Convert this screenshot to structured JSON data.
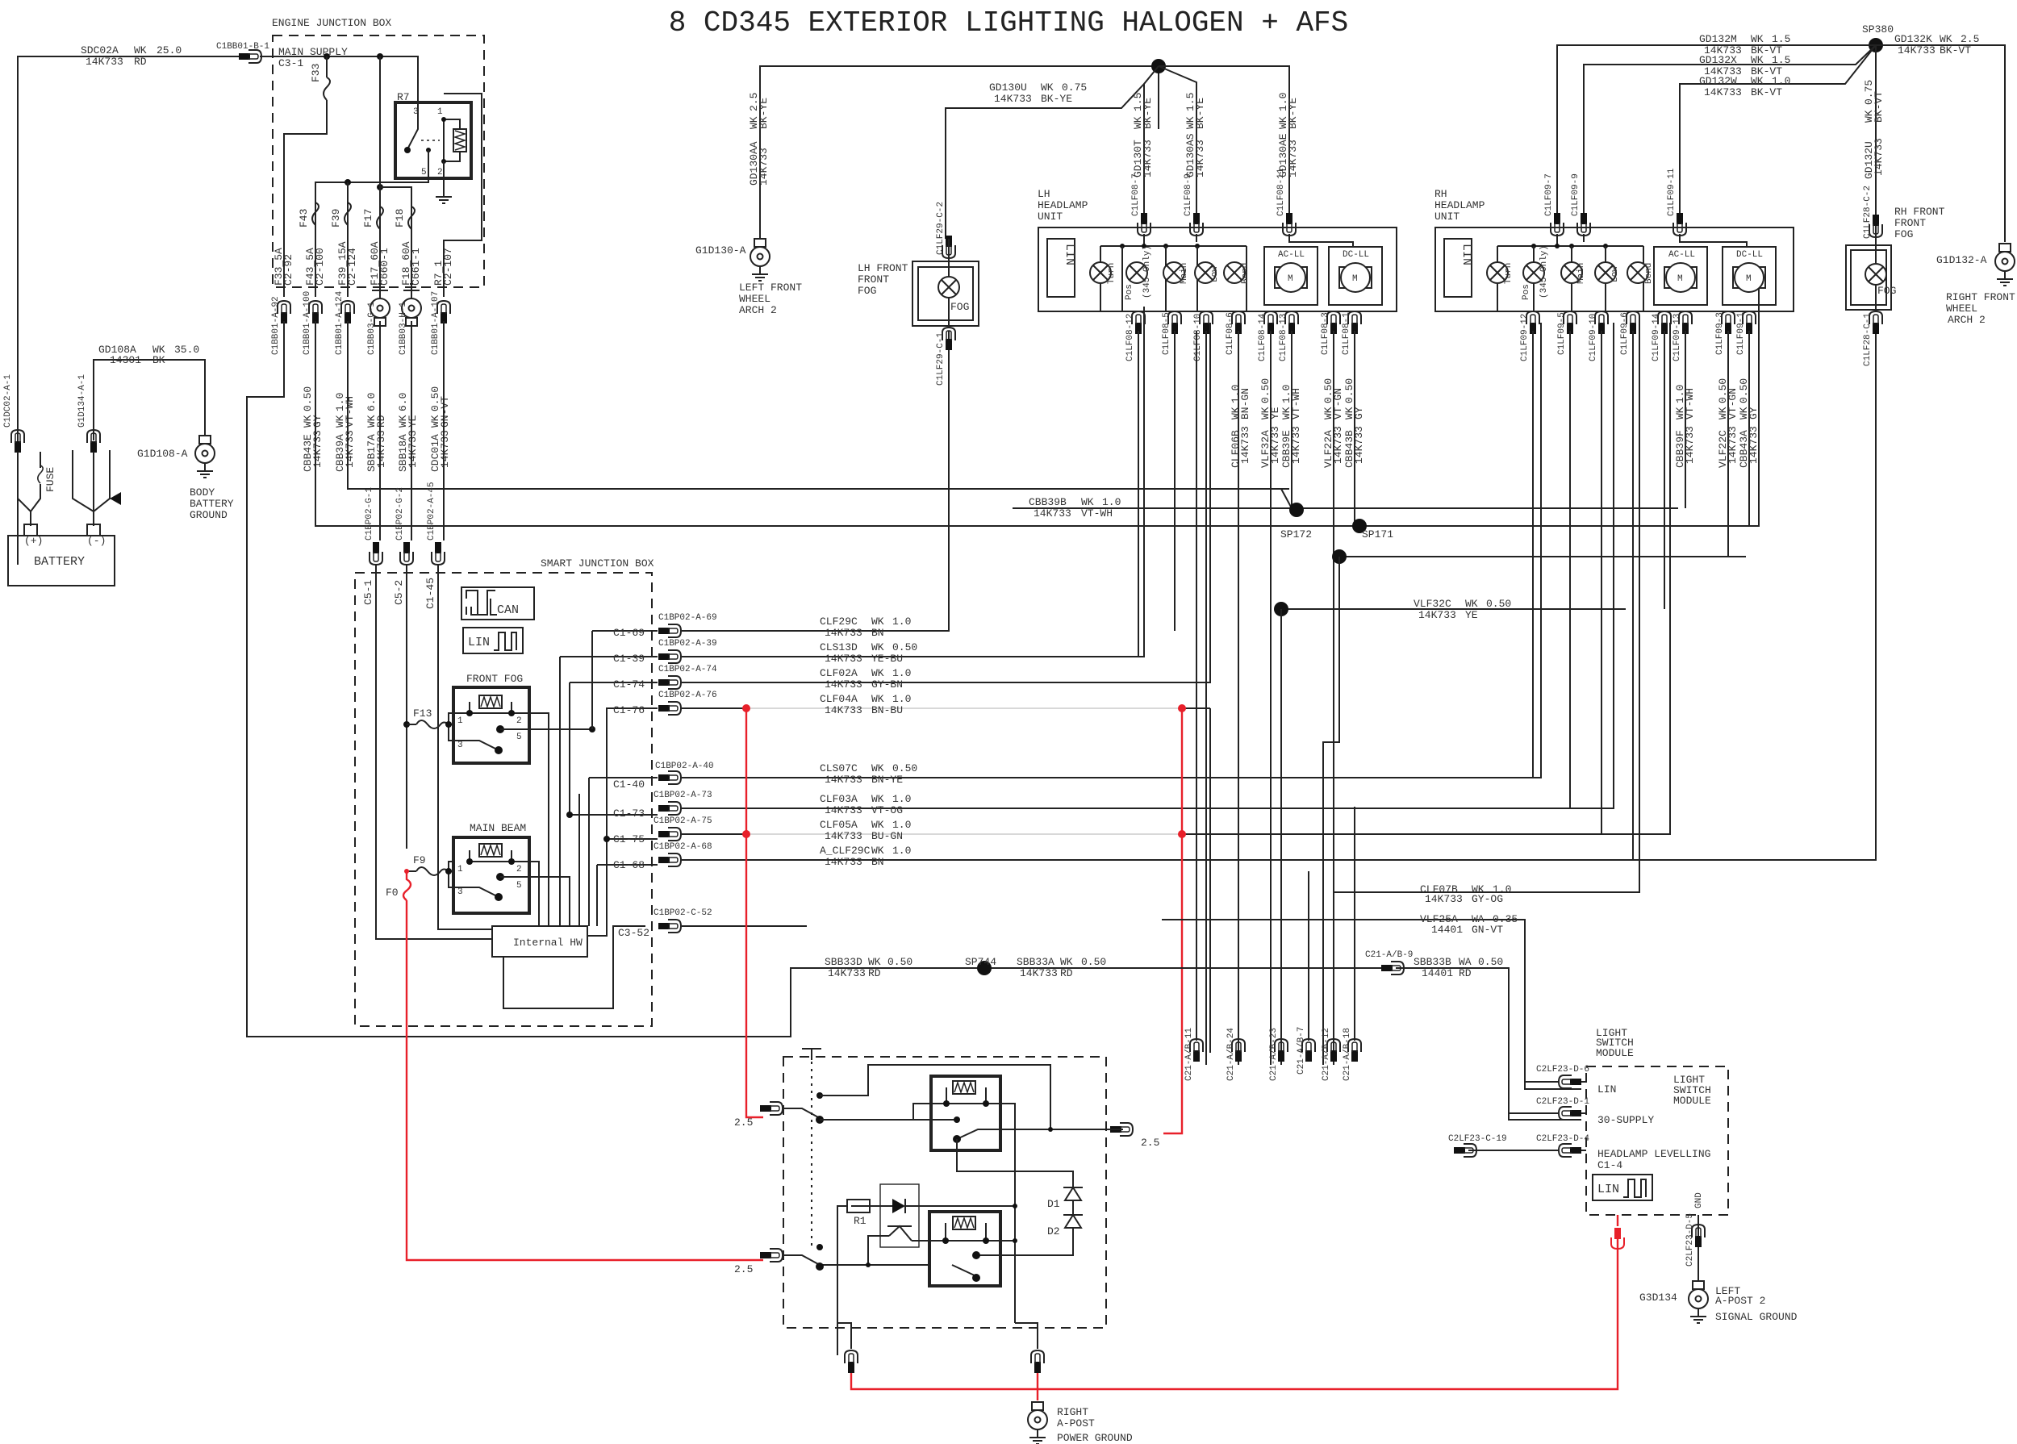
{
  "title": "8  CD345  EXTERIOR LIGHTING  HALOGEN + AFS",
  "colors": {
    "wire": "#222222",
    "highlight": "#e8202a",
    "text": "#333333"
  },
  "engine_junction_box": {
    "label": "ENGINE JUNCTION BOX",
    "main_supply": "MAIN_SUPPLY",
    "main_supply_pin": "C3-1",
    "input_connector": "C1BB01-B-1",
    "relay": "R7",
    "relay_pins": [
      "3",
      "1",
      "5",
      "2"
    ],
    "fuses": [
      "F33",
      "F43",
      "F39",
      "F17",
      "F18"
    ],
    "outputs": [
      {
        "fuse": "F33_5A",
        "pin": "C2-92",
        "connector": "C1BB01-A-92"
      },
      {
        "fuse": "F43_5A",
        "pin": "C2-100",
        "connector": "C1BB01-A-100"
      },
      {
        "fuse": "F39_15A",
        "pin": "C2-124",
        "connector": "C1BB01-A-124"
      },
      {
        "fuse": "F17_60A",
        "pin": "C660-1",
        "connector": "C1BB03-G-1"
      },
      {
        "fuse": "F18_60A",
        "pin": "C661-1",
        "connector": "C1BB03-H-1"
      },
      {
        "fuse": "R7_1",
        "pin": "C2-107",
        "connector": "C1BB01-A-107"
      }
    ]
  },
  "battery": {
    "label": "BATTERY",
    "plus": "(+)",
    "minus": "(-)",
    "fuse_label": "FUSE",
    "pos_connector": "C1DC02-A-1",
    "neg_connector": "G1D134-A-1",
    "supply_wire": {
      "id": "SDC02A",
      "type": "WK",
      "size": "25.0",
      "harness": "14K733",
      "color": "RD"
    },
    "ground_wire": {
      "id": "GD108A",
      "type": "WK",
      "size": "35.0",
      "harness": "14301",
      "color": "BK"
    },
    "ground_point": "G1D108-A",
    "ground_label": [
      "BODY",
      "BATTERY",
      "GROUND"
    ]
  },
  "ejb_wires": [
    {
      "id": "CBB43E",
      "type": "WK",
      "size": "0.50",
      "harness": "14K733",
      "color": "GY"
    },
    {
      "id": "CBB39A",
      "type": "WK",
      "size": "1.0",
      "harness": "14K733",
      "color": "VT-WH"
    },
    {
      "id": "SBB17A",
      "type": "WK",
      "size": "6.0",
      "harness": "14K733",
      "color": "RD"
    },
    {
      "id": "SBB18A",
      "type": "WK",
      "size": "6.0",
      "harness": "14K733",
      "color": "YE"
    },
    {
      "id": "CDC01A",
      "type": "WK",
      "size": "0.50",
      "harness": "14K733",
      "color": "GN-VT"
    }
  ],
  "smart_junction_box": {
    "label": "SMART JUNCTION BOX",
    "can_label": "CAN",
    "lin_label": "LIN",
    "inputs": [
      {
        "pin": "C5-1",
        "connector": "C1BP02-G-1"
      },
      {
        "pin": "C5-2",
        "connector": "C1BP02-G-2"
      },
      {
        "pin": "C1-45",
        "connector": "C1BP02-A-45"
      }
    ],
    "front_fog_relay": "FRONT FOG",
    "main_beam_relay": "MAIN BEAM",
    "relay_pins": [
      "1",
      "2",
      "3",
      "5"
    ],
    "fuses": [
      "F13",
      "F9",
      "F0"
    ],
    "internal_hw": "Internal HW",
    "outputs": [
      {
        "pin": "C1-69",
        "connector": "C1BP02-A-69",
        "wire": {
          "id": "CLF29C",
          "type": "WK",
          "size": "1.0",
          "harness": "14K733",
          "color": "BN"
        }
      },
      {
        "pin": "C1-39",
        "connector": "C1BP02-A-39",
        "wire": {
          "id": "CLS13D",
          "type": "WK",
          "size": "0.50",
          "harness": "14K733",
          "color": "YE-BU"
        }
      },
      {
        "pin": "C1-74",
        "connector": "C1BP02-A-74",
        "wire": {
          "id": "CLF02A",
          "type": "WK",
          "size": "1.0",
          "harness": "14K733",
          "color": "GY-BN"
        }
      },
      {
        "pin": "C1-76",
        "connector": "C1BP02-A-76",
        "wire": {
          "id": "CLF04A",
          "type": "WK",
          "size": "1.0",
          "harness": "14K733",
          "color": "BN-BU"
        }
      },
      {
        "pin": "C1-40",
        "connector": "C1BP02-A-40",
        "wire": {
          "id": "CLS07C",
          "type": "WK",
          "size": "0.50",
          "harness": "14K733",
          "color": "BN-YE"
        }
      },
      {
        "pin": "C1-73",
        "connector": "C1BP02-A-73",
        "wire": {
          "id": "CLF03A",
          "type": "WK",
          "size": "1.0",
          "harness": "14K733",
          "color": "VT-OG"
        }
      },
      {
        "pin": "C1-75",
        "connector": "C1BP02-A-75",
        "wire": {
          "id": "CLF05A",
          "type": "WK",
          "size": "1.0",
          "harness": "14K733",
          "color": "BU-GN"
        }
      },
      {
        "pin": "C1-68",
        "connector": "C1BP02-A-68",
        "wire": {
          "id": "A_CLF29C",
          "type": "WK",
          "size": "1.0",
          "harness": "14K733",
          "color": "BN"
        }
      },
      {
        "pin": "C3-52",
        "connector": "C1BP02-C-52",
        "wire": null
      }
    ]
  },
  "lh_ground": {
    "point": "G1D130-A",
    "label": [
      "LEFT FRONT",
      "WHEEL",
      "ARCH 2"
    ],
    "wire_main": {
      "id": "GD130AA",
      "type": "WK",
      "size": "2.5",
      "harness": "14K733",
      "color": "BK-YE"
    },
    "wire_fog": {
      "id": "GD130U",
      "type": "WK",
      "size": "0.75",
      "harness": "14K733",
      "color": "BK-YE"
    },
    "wire_t": {
      "id": "GD130T",
      "type": "WK",
      "size": "1.5",
      "harness": "14K733",
      "color": "BK-YE"
    },
    "wire_as": {
      "id": "GD130AS",
      "type": "WK",
      "size": "1.5",
      "harness": "14K733",
      "color": "BK-YE"
    },
    "wire_ae": {
      "id": "GD130AE",
      "type": "WK",
      "size": "1.0",
      "harness": "14K733",
      "color": "BK-YE"
    }
  },
  "lh_fog": {
    "label": [
      "LH FRONT",
      "FRONT",
      "FOG"
    ],
    "lamp": "FOG",
    "top_connector": "C1LF29-C-2",
    "bottom_connector": "C1LF29-C-1"
  },
  "lh_headlamp": {
    "label": [
      "LH",
      "HEADLAMP",
      "UNIT"
    ],
    "lin": "LIN",
    "lamps": [
      "Turn",
      "Pos",
      "Main",
      "Low",
      "Bend"
    ],
    "pos_note": "(345 Only)",
    "motors": [
      "AC-LL",
      "DC-LL"
    ],
    "motor_symbol": "M",
    "top_connectors": [
      "C1LF08-7",
      "C1LF08-9",
      "C1LF08-11"
    ],
    "bottom_connectors": [
      "C1LF08-12",
      "C1LF08-5",
      "C1LF08-10",
      "C1LF08-6",
      "C1LF08-14",
      "C1LF08-13",
      "C1LF08-3",
      "C1LF08-1"
    ],
    "wires": [
      {
        "id": "CLF06B",
        "type": "WK",
        "size": "1.0",
        "harness": "14K733",
        "color": "BN-GN"
      },
      {
        "id": "VLF32A",
        "type": "WK",
        "size": "0.50",
        "harness": "14K733",
        "color": "YE"
      },
      {
        "id": "CBB39E",
        "type": "WK",
        "size": "1.0",
        "harness": "14K733",
        "color": "VT-WH"
      },
      {
        "id": "VLF22A",
        "type": "WK",
        "size": "0.50",
        "harness": "14K733",
        "color": "VT-GN"
      },
      {
        "id": "CBB43B",
        "type": "WK",
        "size": "0.50",
        "harness": "14K733",
        "color": "GY"
      }
    ]
  },
  "rh_headlamp": {
    "label": [
      "RH",
      "HEADLAMP",
      "UNIT"
    ],
    "lin": "LIN",
    "lamps": [
      "Turn",
      "Pos",
      "Main",
      "Low",
      "Bend"
    ],
    "pos_note": "(345 Only)",
    "motors": [
      "AC-LL",
      "DC-LL"
    ],
    "motor_symbol": "M",
    "top_connectors": [
      "C1LF09-7",
      "C1LF09-9",
      "C1LF09-11"
    ],
    "bottom_connectors": [
      "C1LF09-12",
      "C1LF09-5",
      "C1LF09-10",
      "C1LF09-6",
      "C1LF09-14",
      "C1LF09-13",
      "C1LF09-3",
      "C1LF09-1"
    ],
    "wires": [
      {
        "id": "CBB39F",
        "type": "WK",
        "size": "1.0",
        "harness": "14K733",
        "color": "VT-WH"
      },
      {
        "id": "VLF22C",
        "type": "WK",
        "size": "0.50",
        "harness": "14K733",
        "color": "VT-GN"
      },
      {
        "id": "CBB43A",
        "type": "WK",
        "size": "0.50",
        "harness": "14K733",
        "color": "GY"
      }
    ]
  },
  "rh_ground": {
    "splice": "SP380",
    "point": "G1D132-A",
    "label": [
      "RIGHT FRONT",
      "WHEEL",
      "ARCH 2"
    ],
    "wires": [
      {
        "id": "GD132M",
        "type": "WK",
        "size": "1.5",
        "harness": "14K733",
        "color": "BK-VT"
      },
      {
        "id": "GD132X",
        "type": "WK",
        "size": "1.5",
        "harness": "14K733",
        "color": "BK-VT"
      },
      {
        "id": "GD132W",
        "type": "WK",
        "size": "1.0",
        "harness": "14K733",
        "color": "BK-VT"
      }
    ],
    "wire_k": {
      "id": "GD132K",
      "type": "WK",
      "size": "2.5",
      "harness": "14K733",
      "color": "BK-VT"
    },
    "wire_u": {
      "id": "GD132U",
      "type": "WK",
      "size": "0.75",
      "harness": "14K733",
      "color": "BK-VT"
    }
  },
  "rh_fog": {
    "label": [
      "RH FRONT",
      "FRONT",
      "FOG"
    ],
    "lamp": "FOG",
    "top_connector": "C1LF28-C-2",
    "bottom_connector": "C1LF28-C-1"
  },
  "splices": {
    "sp172": "SP172",
    "sp171": "SP171",
    "sp744": "SP744",
    "cbb39b": {
      "id": "CBB39B",
      "type": "WK",
      "size": "1.0",
      "harness": "14K733",
      "color": "VT-WH"
    },
    "vlf32c": {
      "id": "VLF32C",
      "type": "WK",
      "size": "0.50",
      "harness": "14K733",
      "color": "YE"
    }
  },
  "lower_wires": {
    "clf07b": {
      "id": "CLF07B",
      "type": "WK",
      "size": "1.0",
      "harness": "14K733",
      "color": "GY-OG"
    },
    "vlf25a": {
      "id": "VLF25A",
      "type": "WA",
      "size": "0.35",
      "harness": "14401",
      "color": "GN-VT"
    },
    "sbb33d": {
      "id": "SBB33D",
      "type": "WK",
      "size": "0.50",
      "harness": "14K733",
      "color": "RD"
    },
    "sbb33a": {
      "id": "SBB33A",
      "type": "WK",
      "size": "0.50",
      "harness": "14K733",
      "color": "RD"
    },
    "sbb33b": {
      "id": "SBB33B",
      "type": "WA",
      "size": "0.50",
      "harness": "14401",
      "color": "RD"
    },
    "sbb33b_connector": "C21-A/B-9",
    "c21_connectors": [
      "C21-A/B-11",
      "C21-A/B-24",
      "C21-A/B-23",
      "C21-A/B-7",
      "C21-A/B-12",
      "C21-A/B-18"
    ]
  },
  "light_switch_module": {
    "title": [
      "LIGHT",
      "SWITCH",
      "MODULE"
    ],
    "inner_title": [
      "LIGHT",
      "SWITCH",
      "MODULE"
    ],
    "pins": [
      {
        "name": "LIN",
        "connector": "C2LF23-D-6"
      },
      {
        "name": "30-SUPPLY",
        "connector": "C2LF23-D-1"
      },
      {
        "name": "HEADLAMP LEVELLING",
        "connector": "C2LF23-D-4"
      }
    ],
    "levelling_pin": "C1-4",
    "external_connector": "C2LF23-C-19",
    "lin_label": "LIN",
    "gnd": "GND",
    "gnd_connector": "C2LF23-D-5",
    "ground_point": "G3D134",
    "ground_label": [
      "LEFT",
      "A-POST 2",
      "SIGNAL GROUND"
    ]
  },
  "relay_module": {
    "left_size_top": "2.5",
    "left_size_bottom": "2.5",
    "right_size": "2.5",
    "resistor": "R1",
    "diodes": [
      "D1",
      "D2"
    ],
    "ground_label": [
      "RIGHT",
      "A-POST",
      "POWER GROUND"
    ]
  }
}
